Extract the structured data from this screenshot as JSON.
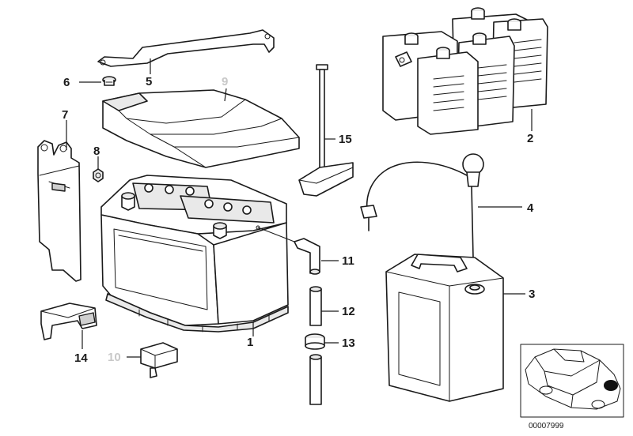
{
  "diagram": {
    "parts": [
      {
        "number": "1"
      },
      {
        "number": "2"
      },
      {
        "number": "3"
      },
      {
        "number": "4"
      },
      {
        "number": "5"
      },
      {
        "number": "6"
      },
      {
        "number": "7"
      },
      {
        "number": "8"
      },
      {
        "number": "9",
        "muted": true
      },
      {
        "number": "10",
        "muted": true
      },
      {
        "number": "11"
      },
      {
        "number": "12"
      },
      {
        "number": "13"
      },
      {
        "number": "14"
      },
      {
        "number": "15"
      }
    ],
    "drawing_number": "00007999"
  },
  "colors": {
    "line": "#1a1a1a",
    "muted_label": "#c8c8c8",
    "background": "#ffffff"
  }
}
